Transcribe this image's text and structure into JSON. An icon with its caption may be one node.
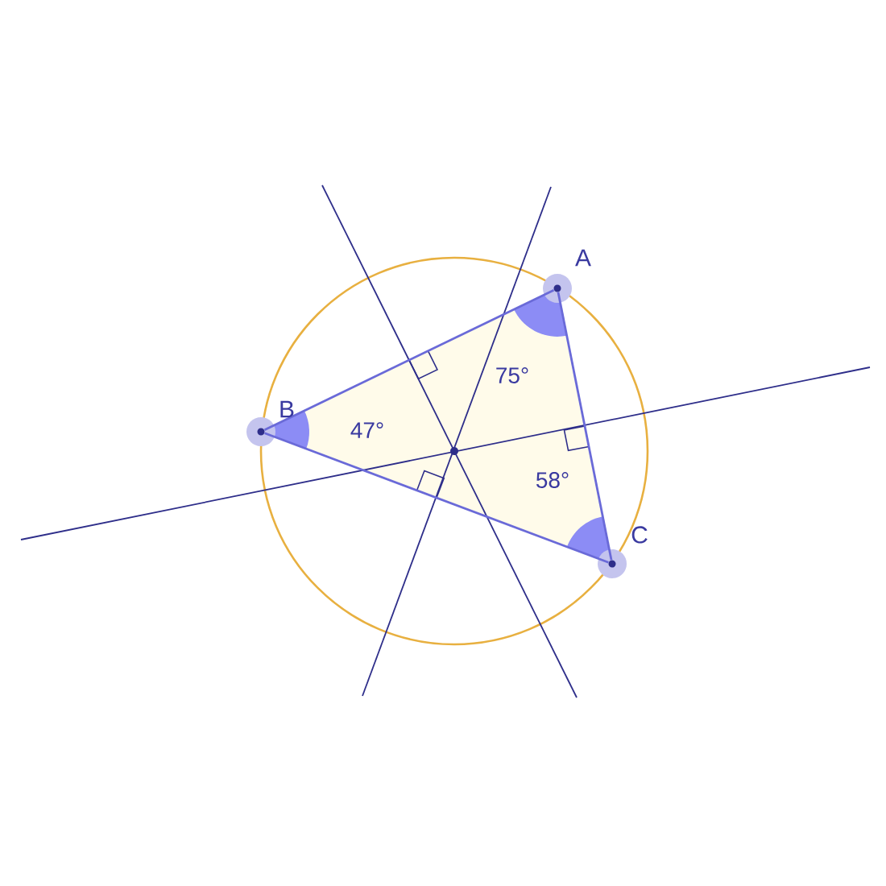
{
  "diagram": {
    "nodes": [
      {
        "text": [],
        "shape": "circle",
        "beside": [
          "A"
        ]
      },
      {
        "text": [],
        "shape": "circle",
        "beside": [
          "B"
        ]
      },
      {
        "text": [],
        "shape": "circle",
        "beside": [
          "C"
        ]
      }
    ],
    "edges": [
      {
        "from": 0,
        "to": 1,
        "arrow": "none"
      },
      {
        "from": 1,
        "to": 2,
        "arrow": "none"
      },
      {
        "from": 2,
        "to": 0,
        "arrow": "none"
      }
    ],
    "labels": [
      "47°",
      "75°",
      "58°"
    ]
  }
}
